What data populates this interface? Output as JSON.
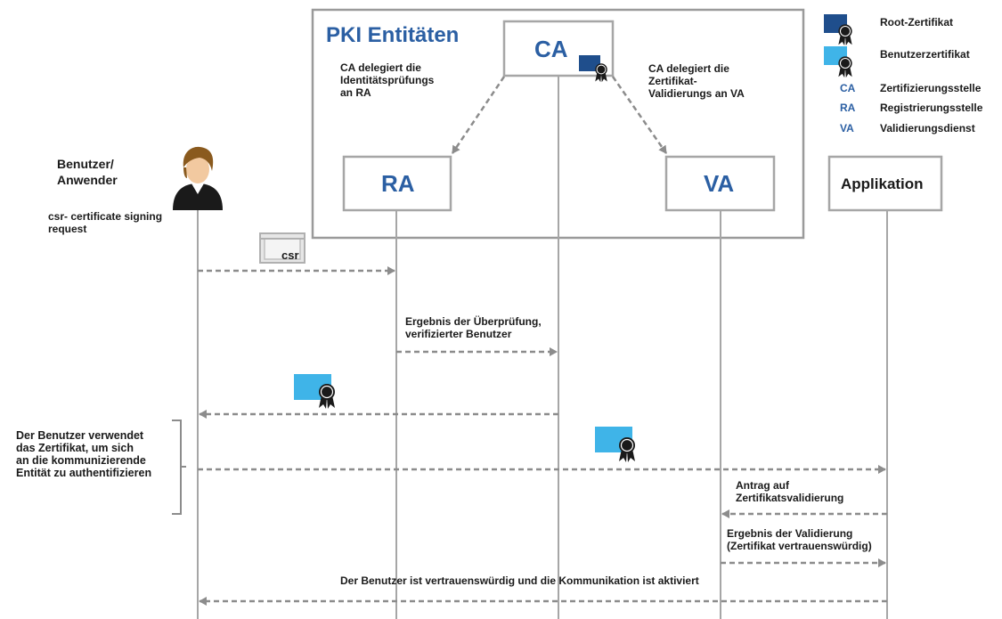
{
  "title": "PKI Entitäten",
  "entities": {
    "ca": "CA",
    "ra": "RA",
    "va": "VA",
    "app": "Applikation"
  },
  "user": {
    "label": "Benutzer/\nAnwender",
    "csr_note": "csr- certificate signing\nrequest"
  },
  "notes": {
    "ca_ra": "CA delegiert die\nIdentitätsprüfungs\nan RA",
    "ca_va": "CA delegiert die\nZertifikat-\nValidierungs an VA"
  },
  "legend": {
    "root": "Root-Zertifikat",
    "user_cert": "Benutzerzertifikat",
    "items": [
      {
        "abbr": "CA",
        "desc": "Zertifizierungsstelle"
      },
      {
        "abbr": "RA",
        "desc": "Registrierungsstelle"
      },
      {
        "abbr": "VA",
        "desc": "Validierungsdienst"
      }
    ]
  },
  "messages": {
    "csr": "csr",
    "ra_result": "Ergebnis der Überprüfung,\nverifizierter Benutzer",
    "user_uses": "Der Benutzer verwendet\ndas Zertifikat, um sich\nan die kommunizierende\nEntität zu authentifizieren",
    "antrag": "Antrag auf\nZertifikatsvalidierung",
    "va_result": "Ergebnis der Validierung\n(Zertifikat vertrauenswürdig)",
    "final": "Der Benutzer ist vertrauenswürdig und die Kommunikation ist aktiviert"
  },
  "colors": {
    "accent": "#2b5fa3",
    "root_cert": "#1f4e8c",
    "user_cert": "#3fb4e8",
    "line": "#a6a6a6",
    "arrow": "#8c8c8c"
  }
}
